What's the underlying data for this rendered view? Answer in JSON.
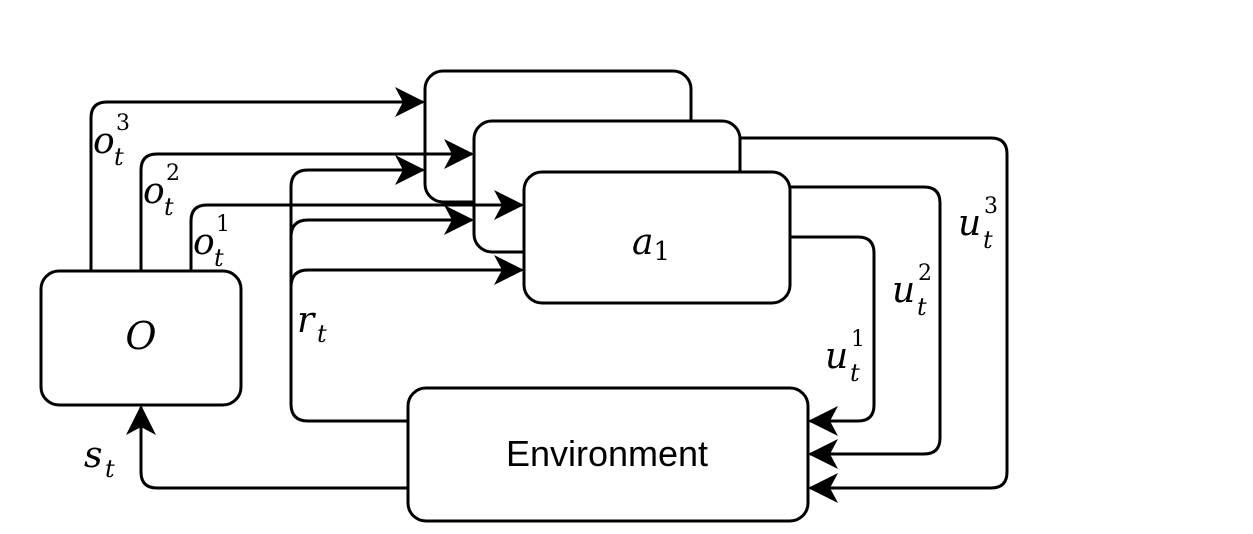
{
  "nodes": {
    "observer": {
      "label": "O"
    },
    "agent": {
      "label": "a",
      "subscript": "1"
    },
    "environment": {
      "label": "Environment"
    }
  },
  "labels": {
    "o1": {
      "base": "o",
      "sub": "t",
      "sup": "1"
    },
    "o2": {
      "base": "o",
      "sub": "t",
      "sup": "2"
    },
    "o3": {
      "base": "o",
      "sub": "t",
      "sup": "3"
    },
    "u1": {
      "base": "u",
      "sub": "t",
      "sup": "1"
    },
    "u2": {
      "base": "u",
      "sub": "t",
      "sup": "2"
    },
    "u3": {
      "base": "u",
      "sub": "t",
      "sup": "3"
    },
    "r": {
      "base": "r",
      "sub": "t"
    },
    "s": {
      "base": "s",
      "sub": "t"
    }
  }
}
